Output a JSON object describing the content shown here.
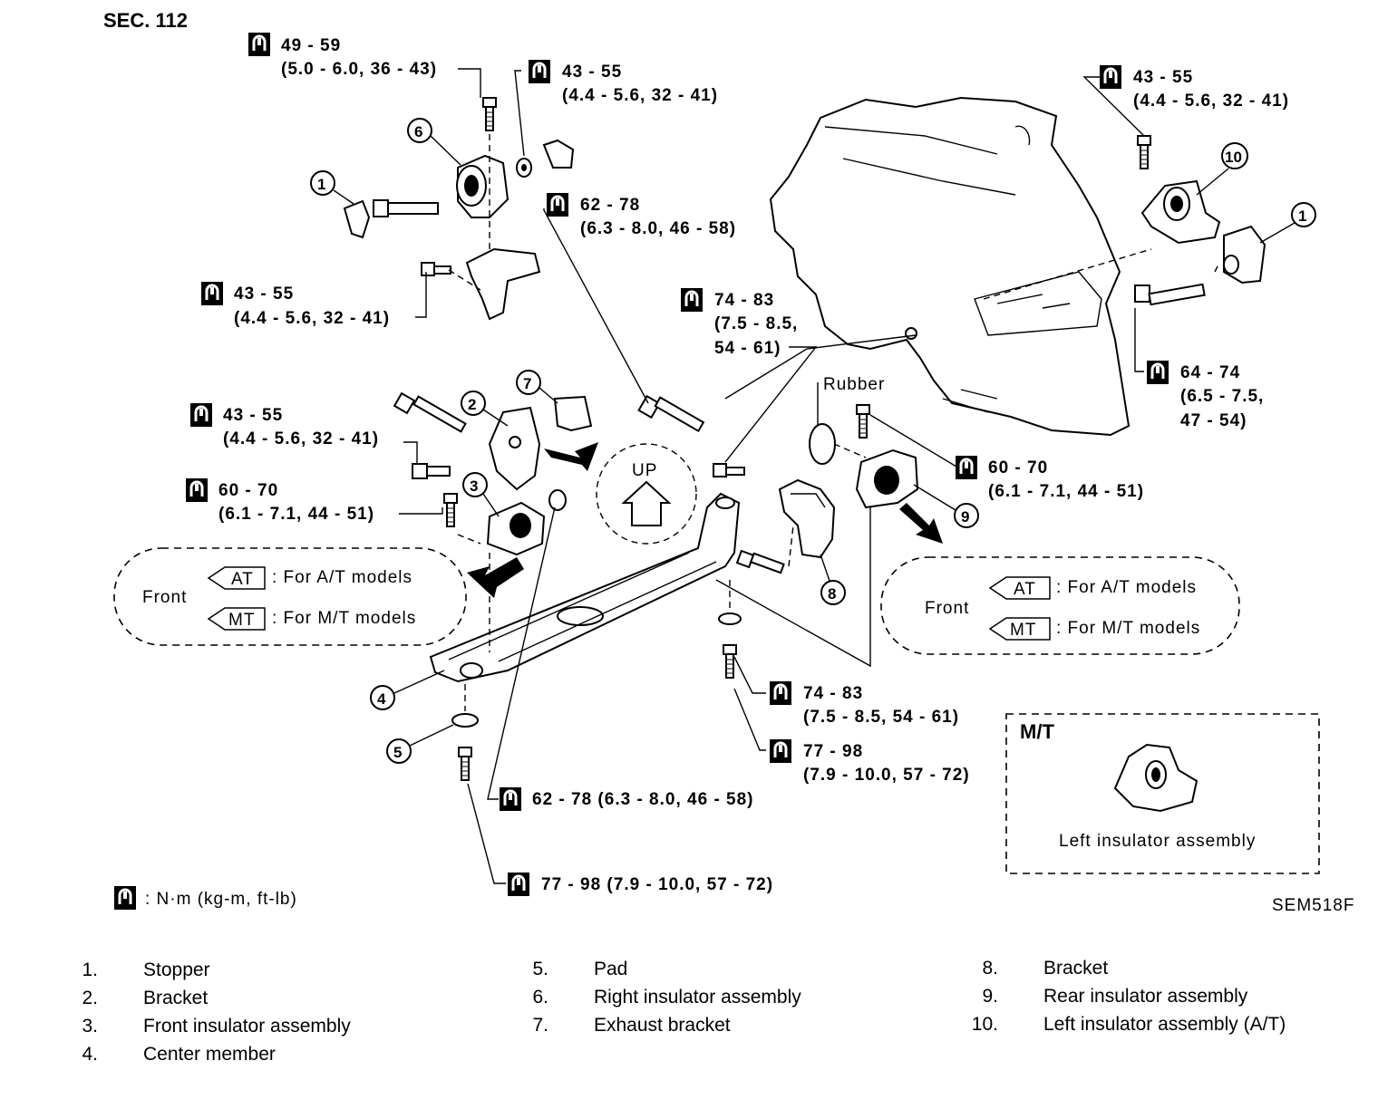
{
  "section": "SEC. 112",
  "figure_id": "SEM518F",
  "units_note": ": N·m (kg-m, ft-lb)",
  "torques": {
    "t1": {
      "a": "49 - 59",
      "b": "(5.0 - 6.0, 36 - 43)"
    },
    "t2": {
      "a": "43 - 55",
      "b": "(4.4 - 5.6, 32 - 41)"
    },
    "t3": {
      "a": "43 - 55",
      "b": "(4.4 - 5.6, 32 - 41)"
    },
    "t4": {
      "a": "62 - 78",
      "b": "(6.3 - 8.0, 46 - 58)"
    },
    "t5": {
      "a": "43 - 55",
      "b": "(4.4 - 5.6, 32 - 41)"
    },
    "t6": {
      "a": "74 - 83",
      "b": "(7.5 - 8.5,",
      "c": "54 - 61)"
    },
    "t7": {
      "a": "64 - 74",
      "b": "(6.5 - 7.5,",
      "c": "47 - 54)"
    },
    "t8": {
      "a": "43 - 55",
      "b": "(4.4 - 5.6, 32 - 41)"
    },
    "t9": {
      "a": "60 - 70",
      "b": "(6.1 - 7.1, 44 - 51)"
    },
    "t10": {
      "a": "60 - 70",
      "b": "(6.1 - 7.1, 44 - 51)"
    },
    "t11": {
      "a": "74 - 83",
      "b": "(7.5 - 8.5, 54 - 61)"
    },
    "t12": {
      "a": "77 - 98",
      "b": "(7.9 - 10.0, 57 - 72)"
    },
    "t13": {
      "a": "62 - 78 (6.3 - 8.0, 46 - 58)"
    },
    "t14": {
      "a": "77 - 98 (7.9 - 10.0, 57 - 72)"
    }
  },
  "labels": {
    "rubber": "Rubber",
    "up": "UP",
    "front": "Front",
    "at": "AT",
    "mt": "MT",
    "for_at": ": For A/T models",
    "for_mt": ": For M/T models",
    "mt_box_title": "M/T",
    "mt_box_caption": "Left insulator assembly"
  },
  "callouts": [
    "1",
    "2",
    "3",
    "4",
    "5",
    "6",
    "7",
    "8",
    "9",
    "10"
  ],
  "legend": [
    {
      "n": "1.",
      "t": "Stopper"
    },
    {
      "n": "2.",
      "t": "Bracket"
    },
    {
      "n": "3.",
      "t": "Front insulator assembly"
    },
    {
      "n": "4.",
      "t": "Center member"
    },
    {
      "n": "5.",
      "t": "Pad"
    },
    {
      "n": "6.",
      "t": "Right insulator assembly"
    },
    {
      "n": "7.",
      "t": "Exhaust bracket"
    },
    {
      "n": "8.",
      "t": "Bracket"
    },
    {
      "n": "9.",
      "t": "Rear insulator assembly"
    },
    {
      "n": "10.",
      "t": "Left insulator assembly (A/T)"
    }
  ]
}
